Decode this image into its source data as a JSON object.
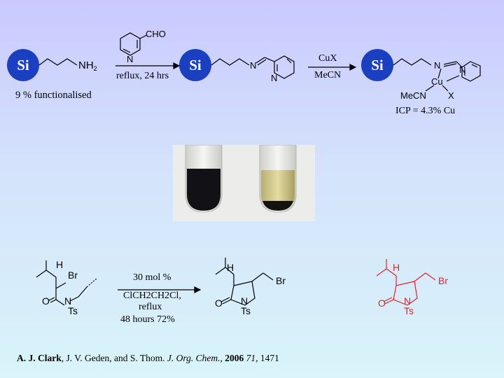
{
  "scheme_top": {
    "si_label": "Si",
    "nh2": "NH",
    "nh2_sub": "2",
    "functionalised_note": "9 % functionalised",
    "aldehyde_n": "N",
    "aldehyde_cho": "CHO",
    "step1_conditions": "reflux, 24 hrs",
    "imine_n": "N",
    "pyridine_n": "N",
    "step2_reagent_top": "CuX",
    "step2_reagent_bottom": "MeCN",
    "complex_n1": "N",
    "complex_n2": "N",
    "complex_cu": "Cu",
    "complex_mecn": "MeCN",
    "complex_x": "X",
    "icp_note": "ICP = 4.3% Cu"
  },
  "scheme_bottom": {
    "sm_h": "H",
    "sm_br": "Br",
    "sm_o": "O",
    "sm_n": "N",
    "sm_ts": "Ts",
    "cond_top": "30 mol %",
    "cond_solvent": "ClCH2CH2Cl,",
    "cond_reflux": "reflux",
    "cond_time_yield": "48 hours  72%",
    "prod_h": "H",
    "prod_br": "Br",
    "prod_o": "O",
    "prod_n": "N",
    "prod_ts": "Ts",
    "red_h": "H",
    "red_br": "Br",
    "red_o": "O",
    "red_n": "N",
    "red_ts": "Ts",
    "red_color": "#e8202a"
  },
  "citation": {
    "lead_author": "A. J. Clark",
    "other_authors": ", J. V. Geden, and  S. Thom.  ",
    "journal": "J. Org. Chem.",
    "sep": ", ",
    "year": "2006",
    "volume": "71,",
    "page": " 1471"
  }
}
